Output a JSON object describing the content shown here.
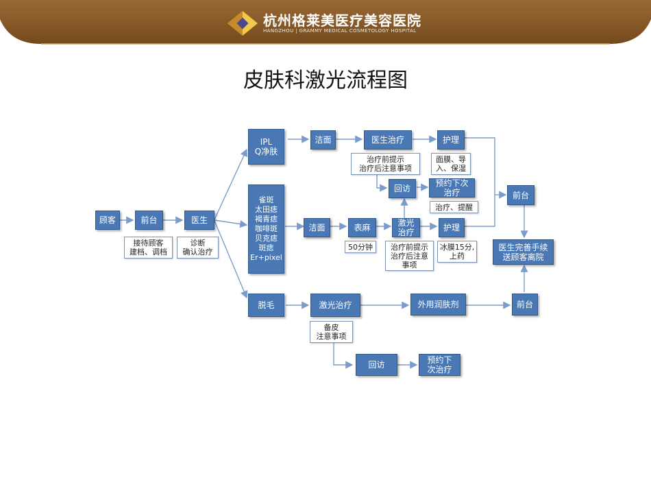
{
  "header": {
    "brand_cn": "杭州格莱美医疗美容医院",
    "brand_en": "HANGZHOU | GRAMMY  MEDICAL COSMETOLOGY HOSPITAL",
    "band_color": "#8c5e2a"
  },
  "title": "皮肤科激光流程图",
  "flow": {
    "customer": "顾客",
    "front_desk": "前台",
    "doctor": "医生",
    "reception_note": "接待顾客\n建档、调档",
    "diagnosis_note": "诊断\n确认治疗",
    "ipl": "IPL\nQ净肤",
    "pigment": "雀斑\n太田痣\n褐青痣\n咖啡斑\n贝克痣\n斑痣\nEr+pixel",
    "hair_removal": "脱毛",
    "top_cleanse": "洁面",
    "top_treatment": "医生治疗",
    "top_care": "护理",
    "top_tips": "治疗前提示\n治疗后注意事项",
    "top_care_note": "面膜、导\n入、保湿",
    "revisit_mid": "回访",
    "next_appt_mid": "预约下次\n治疗",
    "mid_note": "治疗、提醒",
    "mid_cleanse": "洁面",
    "anesthesia": "表麻",
    "anesthesia_time": "50分钟",
    "laser_treatment": "激光\n治疗",
    "mid_care": "护理",
    "mid_tips": "治疗前提示\n治疗后注意\n事项",
    "ice_note": "冰膜15分,\n上药",
    "front_right": "前台",
    "discharge": "医生完善手续\n送顾客离院",
    "hr_laser": "激光治疗",
    "hr_tips": "备皮\n注意事项",
    "moisturizer": "外用润肤剂",
    "front_bottom": "前台",
    "revisit_bottom": "回访",
    "next_appt_bottom": "预约下\n次治疗"
  },
  "colors": {
    "node_fill": "#4a78b4",
    "line": "#7b9cc8"
  }
}
